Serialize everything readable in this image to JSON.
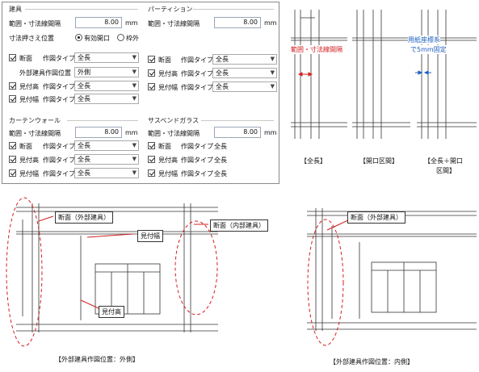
{
  "panel": {
    "fixture": {
      "title": "建具",
      "range_label": "範囲・寸法線間隔",
      "range_value": "8.00",
      "unit": "mm",
      "dim_hold_label": "寸法押さえ位置",
      "radio_effective": "有効開口",
      "radio_frame": "枠外",
      "section_label": "断面",
      "drawtype_label": "作図タイプ",
      "section_value": "全長",
      "ext_pos_label": "外部建具作図位置",
      "ext_pos_value": "外側",
      "sight_height_label": "見付高",
      "sight_height_value": "全長",
      "sight_width_label": "見付幅",
      "sight_width_value": "全長"
    },
    "partition": {
      "title": "パーティション",
      "range_label": "範囲・寸法線間隔",
      "range_value": "8.00",
      "unit": "mm",
      "section_label": "断面",
      "drawtype_label": "作図タイプ",
      "section_value": "全長",
      "sight_height_label": "見付高",
      "sight_height_value": "全長",
      "sight_width_label": "見付幅",
      "sight_width_value": "全長"
    },
    "curtainwall": {
      "title": "カーテンウォール",
      "range_label": "範囲・寸法線間隔",
      "range_value": "8.00",
      "unit": "mm",
      "section_label": "断面",
      "drawtype_label": "作図タイプ",
      "section_value": "全長",
      "sight_height_label": "見付高",
      "sight_height_value": "全長",
      "sight_width_label": "見付幅",
      "sight_width_value": "全長"
    },
    "suspend": {
      "title": "サスペンドガラス",
      "range_label": "範囲・寸法線間隔",
      "range_value": "8.00",
      "unit": "mm",
      "section_label": "断面",
      "drawtype_label": "作図タイプ",
      "section_value": "全長",
      "sight_height_label": "見付高",
      "sight_height_value": "全長",
      "sight_width_label": "見付幅",
      "sight_width_value": "全長"
    }
  },
  "diagrams": {
    "top": {
      "label_range": "範囲・寸法線間隔",
      "label_paper": "用紙座標系",
      "label_paper2": "で5mm固定",
      "caption_full": "【全長】",
      "caption_open": "【開口区間】",
      "caption_both_1": "【全長＋開口",
      "caption_both_2": "区間】"
    },
    "bottom": {
      "callout_section_ext": "断面（外部建具）",
      "callout_sight_width": "見付幅",
      "callout_section_int": "断面（内部建具）",
      "callout_sight_height": "見付高",
      "callout_section_ext2": "断面（外部建具）",
      "caption_outside": "【外部建具作図位置：外側】",
      "caption_inside": "【外部建具作図位置：内側】"
    }
  },
  "colors": {
    "red": "#d42020",
    "blue": "#1f5fbf",
    "panel_border": "#8a8a8a"
  }
}
